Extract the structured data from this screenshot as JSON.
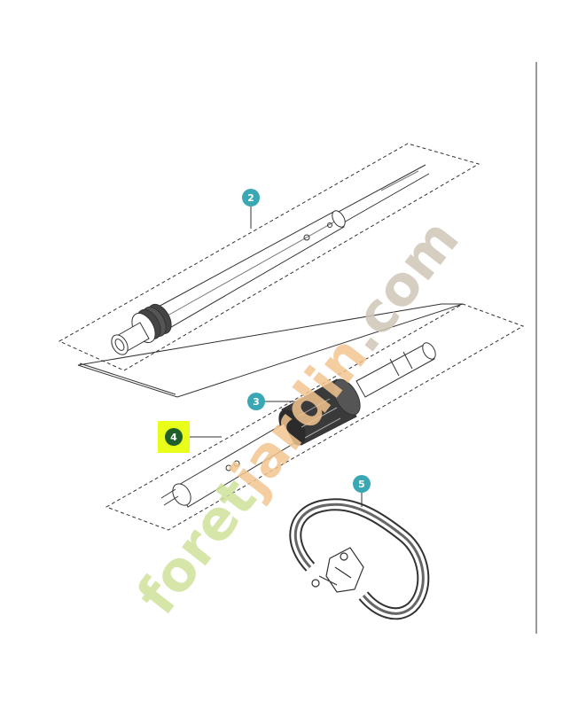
{
  "callouts": [
    {
      "label": "2",
      "color": "#3aa7b5"
    },
    {
      "label": "3",
      "color": "#3aa7b5"
    },
    {
      "label": "4",
      "color": "#1f5f2a",
      "highlight": "#e9ff1a"
    },
    {
      "label": "5",
      "color": "#3aa7b5"
    }
  ],
  "watermark": {
    "part1": "foret",
    "part2": "jardin",
    "part3": ".com",
    "color1": "#cfe29a",
    "color2": "#f2c690",
    "color3": "#cfc5b5"
  }
}
